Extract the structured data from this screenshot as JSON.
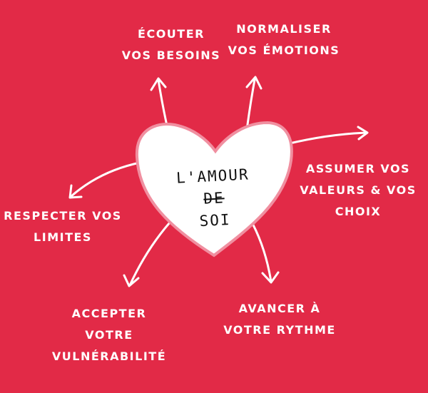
{
  "background_color": "#e22a47",
  "heart": {
    "fill": "#ffffff",
    "border_color": "#f08fa0",
    "text_lines": [
      "L'AMOUR",
      "DE",
      "SOI"
    ]
  },
  "branches": [
    {
      "lines": [
        "ÉCOUTER",
        "VOS BESOINS"
      ]
    },
    {
      "lines": [
        "NORMALISER",
        "VOS ÉMOTIONS"
      ]
    },
    {
      "lines": [
        "ASSUMER VOS",
        "VALEURS & VOS",
        "CHOIX"
      ]
    },
    {
      "lines": [
        "RESPECTER VOS",
        "LIMITES"
      ]
    },
    {
      "lines": [
        "ACCEPTER",
        "VOTRE",
        "VULNÉRABILITÉ"
      ]
    },
    {
      "lines": [
        "AVANCER À",
        "VOTRE RYTHME"
      ]
    }
  ]
}
